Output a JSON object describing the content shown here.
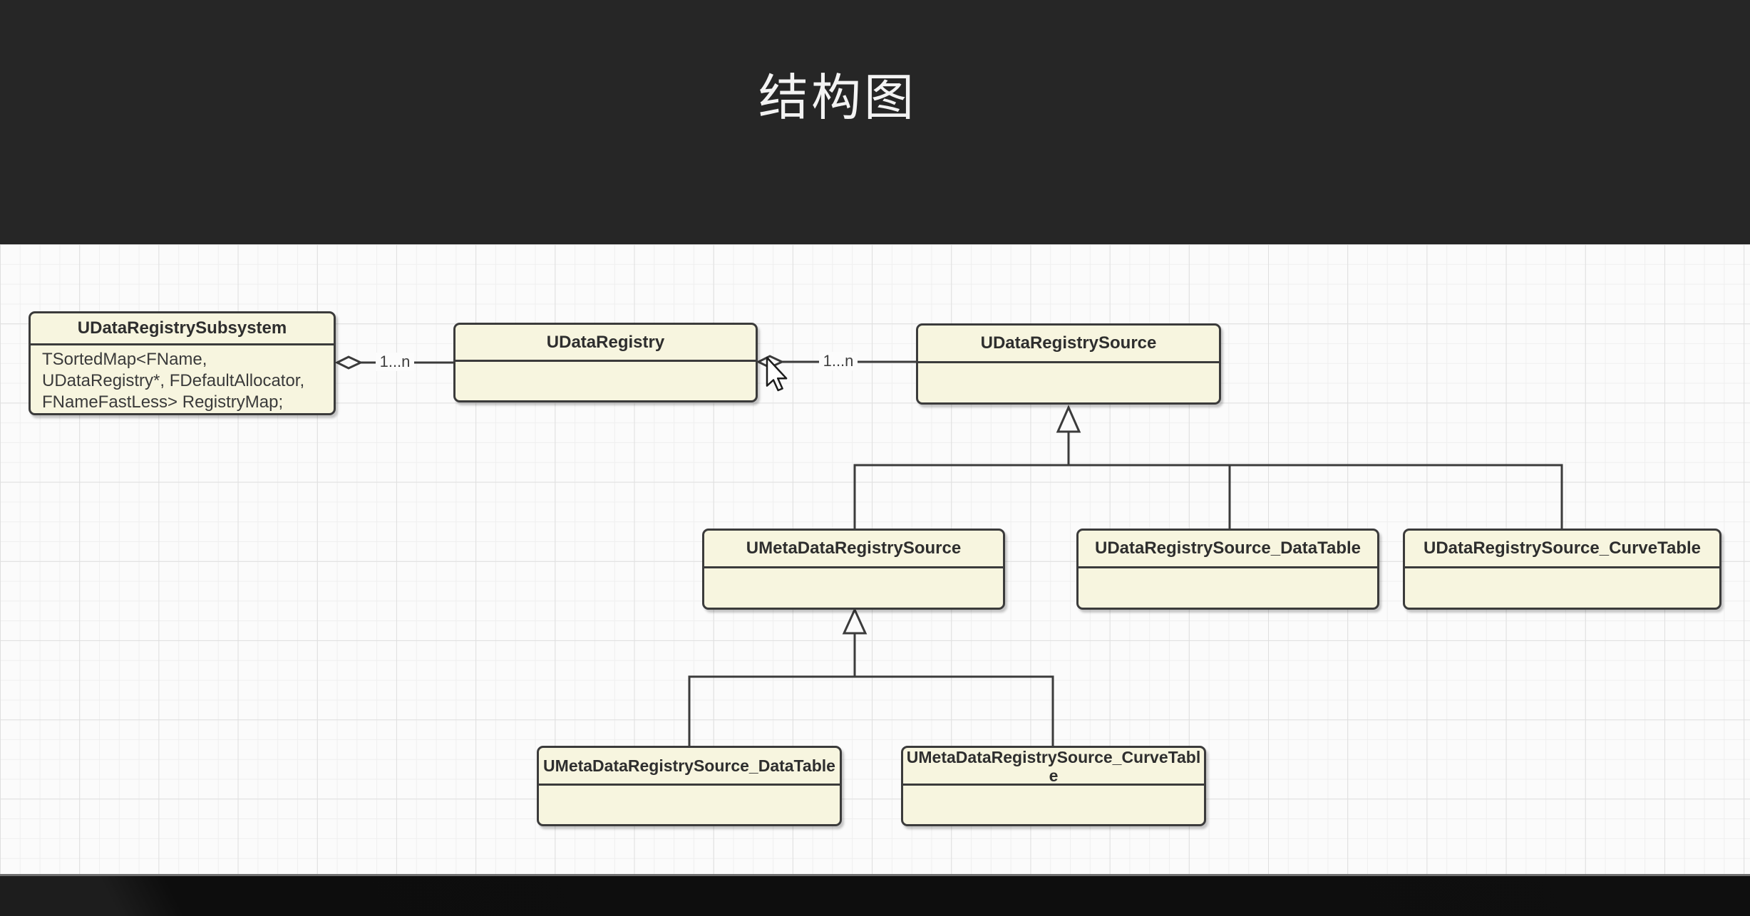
{
  "header": {
    "title": "结构图"
  },
  "diagram": {
    "nodes": [
      {
        "title": "UDataRegistrySubsystem",
        "body_lines": [
          "TSortedMap<FName,",
          "UDataRegistry*, FDefaultAllocator,",
          "FNameFastLess> RegistryMap;"
        ]
      },
      {
        "title": "UDataRegistry"
      },
      {
        "title": "UDataRegistrySource"
      },
      {
        "title": "UMetaDataRegistrySource"
      },
      {
        "title": "UDataRegistrySource_DataTable"
      },
      {
        "title": "UDataRegistrySource_CurveTable"
      },
      {
        "title": "UMetaDataRegistrySource_DataTable"
      },
      {
        "title": "UMetaDataRegistrySource_CurveTable"
      }
    ],
    "edges": [
      {
        "type": "aggregation",
        "from": "UDataRegistrySubsystem",
        "to": "UDataRegistry",
        "label": "1...n"
      },
      {
        "type": "aggregation",
        "from": "UDataRegistry",
        "to": "UDataRegistrySource",
        "label": "1...n"
      },
      {
        "type": "generalization",
        "parent": "UDataRegistrySource",
        "children": [
          "UMetaDataRegistrySource",
          "UDataRegistrySource_DataTable",
          "UDataRegistrySource_CurveTable"
        ]
      },
      {
        "type": "generalization",
        "parent": "UMetaDataRegistrySource",
        "children": [
          "UMetaDataRegistrySource_DataTable",
          "UMetaDataRegistrySource_CurveTable"
        ]
      }
    ]
  },
  "colors": {
    "header_bg": "#262626",
    "footer_bg": "#0f0f0f",
    "canvas_bg": "#fbfbfb",
    "node_fill": "#f7f5df",
    "node_border": "#3b3b3b",
    "slide_title_text": "#f3f3f3",
    "node_text": "#2e2e2e"
  }
}
